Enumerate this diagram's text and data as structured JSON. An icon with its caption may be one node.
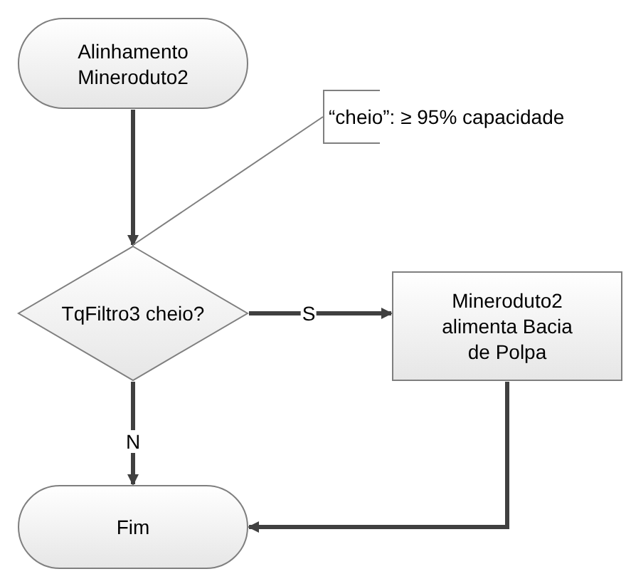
{
  "diagram": {
    "nodes": [
      {
        "text": [
          "Alinhamento Mineroduto2"
        ]
      },
      {
        "text": [
          "“cheio”: ≥ 95% capacidade"
        ]
      },
      {
        "text": [
          "TqFiltro3 cheio?"
        ]
      },
      {
        "text": [
          "Mineroduto2 alimenta Bacia de Polpa"
        ]
      },
      {
        "text": [
          "Fim"
        ]
      }
    ],
    "edges": [
      {
        "from": 0,
        "to": 2,
        "arrow": "to"
      },
      {
        "from": 1,
        "to": 2,
        "arrow": "none"
      },
      {
        "from": 2,
        "to": 3,
        "arrow": "to",
        "label": "S"
      },
      {
        "from": 2,
        "to": 4,
        "arrow": "to",
        "label": "N"
      },
      {
        "from": 3,
        "to": 4,
        "arrow": "to"
      }
    ]
  }
}
